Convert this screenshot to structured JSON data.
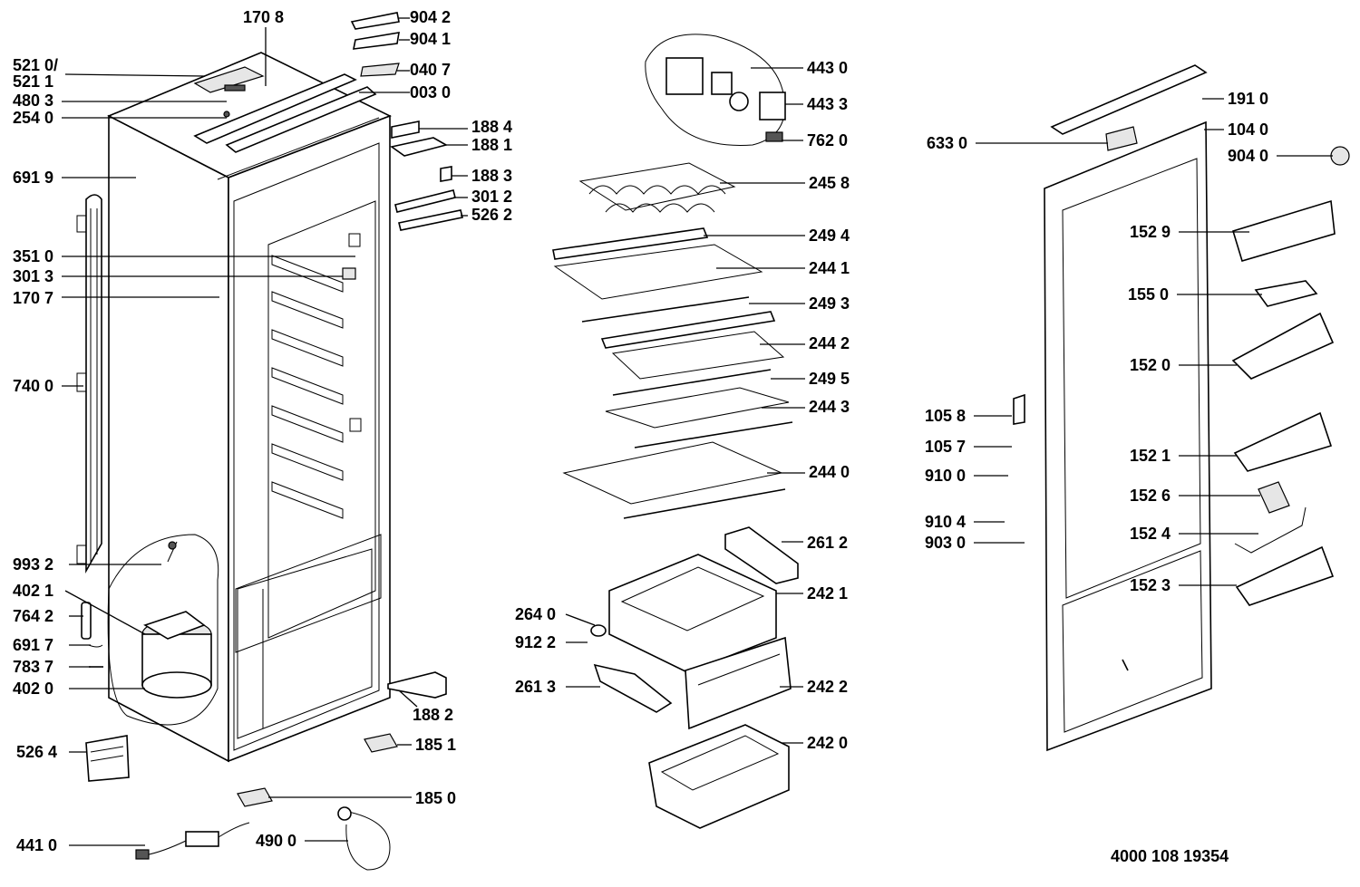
{
  "diagram": {
    "doc_number": "4000 108 19354",
    "callouts": [
      {
        "id": "c-1708",
        "text": "170 8"
      },
      {
        "id": "c-9042",
        "text": "904 2"
      },
      {
        "id": "c-9041",
        "text": "904 1"
      },
      {
        "id": "c-5210",
        "text": "521 0/"
      },
      {
        "id": "c-5211",
        "text": "521 1"
      },
      {
        "id": "c-0407",
        "text": "040 7"
      },
      {
        "id": "c-0030",
        "text": "003 0"
      },
      {
        "id": "c-4803",
        "text": "480 3"
      },
      {
        "id": "c-2540",
        "text": "254 0"
      },
      {
        "id": "c-1884",
        "text": "188 4"
      },
      {
        "id": "c-1881",
        "text": "188 1"
      },
      {
        "id": "c-6919",
        "text": "691 9"
      },
      {
        "id": "c-1883",
        "text": "188 3"
      },
      {
        "id": "c-3012",
        "text": "301 2"
      },
      {
        "id": "c-5262",
        "text": "526 2"
      },
      {
        "id": "c-3510",
        "text": "351 0"
      },
      {
        "id": "c-3013",
        "text": "301 3"
      },
      {
        "id": "c-1707",
        "text": "170 7"
      },
      {
        "id": "c-7400",
        "text": "740 0"
      },
      {
        "id": "c-9932",
        "text": "993 2"
      },
      {
        "id": "c-4021",
        "text": "402 1"
      },
      {
        "id": "c-7642",
        "text": "764 2"
      },
      {
        "id": "c-6917",
        "text": "691 7"
      },
      {
        "id": "c-7837",
        "text": "783 7"
      },
      {
        "id": "c-4020",
        "text": "402 0"
      },
      {
        "id": "c-1882",
        "text": "188 2"
      },
      {
        "id": "c-1851",
        "text": "185 1"
      },
      {
        "id": "c-5264",
        "text": "526 4"
      },
      {
        "id": "c-1850",
        "text": "185 0"
      },
      {
        "id": "c-4410",
        "text": "441 0"
      },
      {
        "id": "c-4900",
        "text": "490 0"
      },
      {
        "id": "c-4430",
        "text": "443 0"
      },
      {
        "id": "c-4433",
        "text": "443 3"
      },
      {
        "id": "c-7620",
        "text": "762 0"
      },
      {
        "id": "c-2458",
        "text": "245 8"
      },
      {
        "id": "c-2494",
        "text": "249 4"
      },
      {
        "id": "c-2441",
        "text": "244 1"
      },
      {
        "id": "c-2493",
        "text": "249 3"
      },
      {
        "id": "c-2442",
        "text": "244 2"
      },
      {
        "id": "c-2495",
        "text": "249 5"
      },
      {
        "id": "c-2443",
        "text": "244 3"
      },
      {
        "id": "c-2440",
        "text": "244 0"
      },
      {
        "id": "c-2612",
        "text": "261 2"
      },
      {
        "id": "c-2421",
        "text": "242 1"
      },
      {
        "id": "c-2640",
        "text": "264 0"
      },
      {
        "id": "c-9122",
        "text": "912 2"
      },
      {
        "id": "c-2613",
        "text": "261 3"
      },
      {
        "id": "c-2422",
        "text": "242 2"
      },
      {
        "id": "c-2420",
        "text": "242 0"
      },
      {
        "id": "c-1910",
        "text": "191 0"
      },
      {
        "id": "c-1040",
        "text": "104 0"
      },
      {
        "id": "c-6330",
        "text": "633 0"
      },
      {
        "id": "c-9040",
        "text": "904 0"
      },
      {
        "id": "c-1529",
        "text": "152 9"
      },
      {
        "id": "c-1550",
        "text": "155 0"
      },
      {
        "id": "c-1520",
        "text": "152 0"
      },
      {
        "id": "c-1058",
        "text": "105 8"
      },
      {
        "id": "c-1057",
        "text": "105 7"
      },
      {
        "id": "c-1521",
        "text": "152 1"
      },
      {
        "id": "c-9100",
        "text": "910 0"
      },
      {
        "id": "c-1526",
        "text": "152 6"
      },
      {
        "id": "c-9104",
        "text": "910 4"
      },
      {
        "id": "c-1524",
        "text": "152 4"
      },
      {
        "id": "c-9030",
        "text": "903 0"
      },
      {
        "id": "c-1523",
        "text": "152 3"
      }
    ]
  }
}
